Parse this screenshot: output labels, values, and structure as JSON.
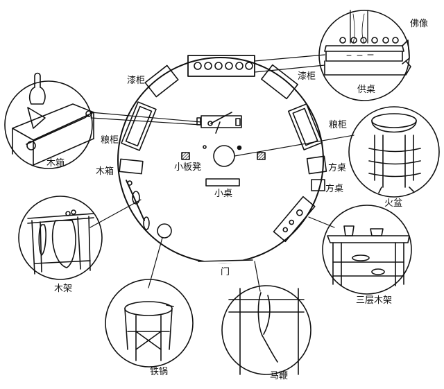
{
  "labels": {
    "buddha": "佛像",
    "altar": "供桌",
    "lacquer_left": "漆柜",
    "lacquer_right": "漆柜",
    "grain_left": "粮柜",
    "grain_right": "粮柜",
    "wood_box_inner": "木箱",
    "wood_box_detail": "木箱",
    "small_stool": "小板凳",
    "small_table": "小桌",
    "square_table_1": "方桌",
    "square_table_2": "方桌",
    "fire_basin": "火盆",
    "wood_rack": "木架",
    "three_tier_rack": "三层木架",
    "iron_pot": "铁锅",
    "door": "门",
    "horse_whip": "马鞭"
  }
}
